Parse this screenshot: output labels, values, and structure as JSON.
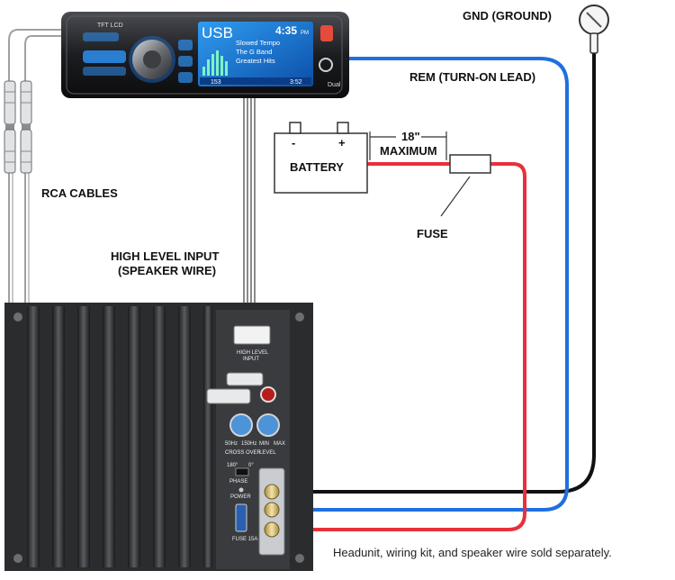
{
  "labels": {
    "gnd": "GND (GROUND)",
    "rem": "REM (TURN-ON LEAD)",
    "battery": "BATTERY",
    "battery_minus": "-",
    "battery_plus": "+",
    "distance": "18\"",
    "maximum": "MAXIMUM",
    "fuse": "FUSE",
    "rca": "RCA CABLES",
    "high_level_line1": "HIGH LEVEL INPUT",
    "high_level_line2": "(SPEAKER WIRE)",
    "footnote": "Headunit, wiring kit, and speaker wire sold separately."
  },
  "headunit": {
    "badge": "TFT LCD",
    "source": "USB",
    "time": "4:35",
    "time_suffix": "PM",
    "track_lines": [
      "Slowed Tempo",
      "The G Band",
      "Greatest Hits"
    ],
    "track_number": "153",
    "elapsed": "3:52",
    "logo": "Dual"
  },
  "amp": {
    "input_label_1": "HIGH LEVEL",
    "input_label_2": "INPUT",
    "crossover": "CROSS OVER",
    "level": "LEVEL",
    "freq_min": "50Hz",
    "freq_max": "150Hz",
    "level_min": "MIN",
    "level_max": "MAX",
    "phase": "PHASE",
    "phase_0": "0°",
    "phase_180": "180°",
    "power": "POWER",
    "fuse_label": "FUSE 15A"
  },
  "colors": {
    "rem_wire": "#1f6fe0",
    "power_wire": "#e8303c",
    "ground_wire": "#111111",
    "screen": "#1a78d6",
    "amp_body": "#2b2c2e"
  }
}
